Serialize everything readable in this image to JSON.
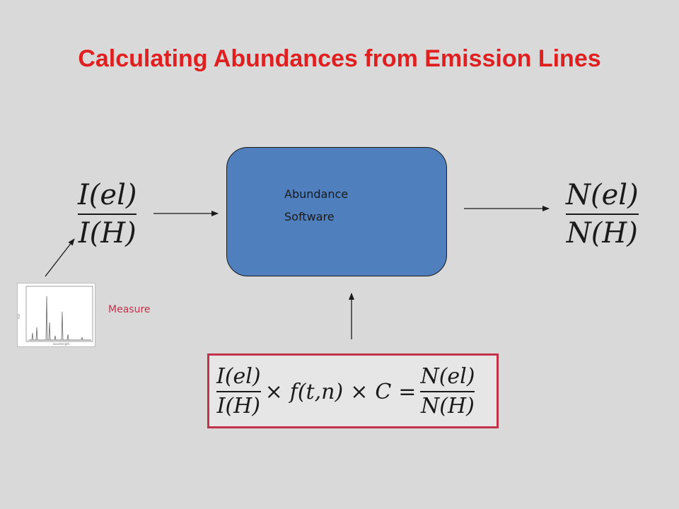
{
  "slide": {
    "title": "Calculating Abundances from Emission Lines"
  },
  "box": {
    "line1": "Abundance",
    "line2": "Software"
  },
  "input_fraction": {
    "numerator": "I(el)",
    "denominator": "I(H)"
  },
  "output_fraction": {
    "numerator": "N(el)",
    "denominator": "N(H)"
  },
  "measure_label": "Measure",
  "equation": {
    "lhs_numerator": "I(el)",
    "lhs_denominator": "I(H)",
    "times1": "×",
    "function": "f(t,n)",
    "times2": "×",
    "constant": "C",
    "equals": "=",
    "rhs_numerator": "N(el)",
    "rhs_denominator": "N(H)"
  },
  "colors": {
    "title": "#e02020",
    "box_fill": "#4f7fbd",
    "equation_border": "#c0334a",
    "measure_text": "#c0334a"
  }
}
